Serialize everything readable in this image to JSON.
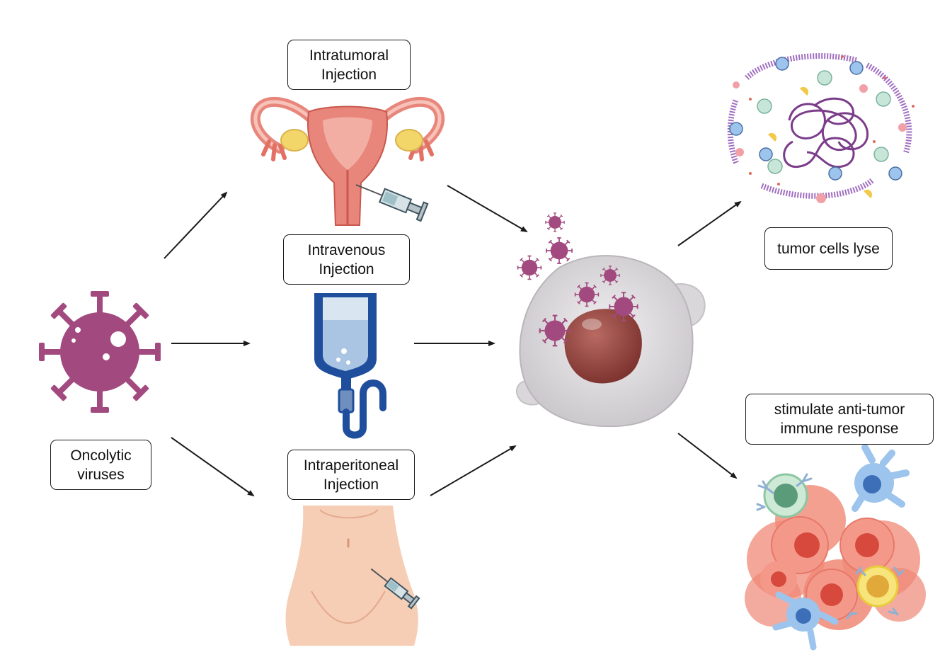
{
  "labels": {
    "oncolytic_line1": "Oncolytic",
    "oncolytic_line2": "viruses",
    "intratumoral_line1": "Intratumoral",
    "intratumoral_line2": "Injection",
    "intravenous_line1": "Intravenous",
    "intravenous_line2": "Injection",
    "intraperitoneal_line1": "Intraperitoneal",
    "intraperitoneal_line2": "Injection",
    "lyse": "tumor cells lyse",
    "immune_line1": "stimulate anti-tumor",
    "immune_line2": "immune response"
  },
  "icons": {
    "virus": "virus-icon",
    "uterus": "uterus-icon",
    "syringe": "syringe-icon",
    "iv_bag": "iv-bag-icon",
    "abdomen": "abdomen-icon",
    "tumor_cell": "tumor-cell-icon",
    "lysed_cell": "lysed-cell-icon",
    "immune_cluster": "immune-cells-icon"
  },
  "colors": {
    "virus": "#a24a7f",
    "uterus": "#e8867c",
    "ovary": "#f3d66a",
    "iv_bag": "#1f4f9c",
    "skin": "#f6cdb5",
    "tumor_nucleus": "#8c3f3a",
    "tumor_cell_body": "#d8d8d8",
    "membrane": "#a06fc0",
    "cancer_cell": "#f08876",
    "arrow": "#1a1a1a"
  }
}
